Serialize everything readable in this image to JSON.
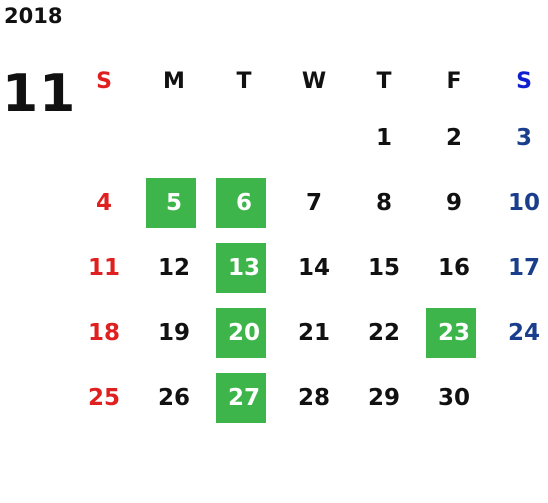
{
  "year": "2018",
  "month": "11",
  "weekdays": [
    "S",
    "M",
    "T",
    "W",
    "T",
    "F",
    "S"
  ],
  "weeks": [
    [
      "",
      "",
      "",
      "",
      "1",
      "2",
      "3"
    ],
    [
      "4",
      "5",
      "6",
      "7",
      "8",
      "9",
      "10"
    ],
    [
      "11",
      "12",
      "13",
      "14",
      "15",
      "16",
      "17"
    ],
    [
      "18",
      "19",
      "20",
      "21",
      "22",
      "23",
      "24"
    ],
    [
      "25",
      "26",
      "27",
      "28",
      "29",
      "30",
      ""
    ]
  ],
  "highlighted_days": [
    "5",
    "6",
    "13",
    "20",
    "23",
    "27"
  ],
  "colors": {
    "sunday": "#e02020",
    "saturday": "#1a3e8c",
    "saturday_header": "#1020d0",
    "highlight": "#3db54a",
    "text": "#111111"
  }
}
